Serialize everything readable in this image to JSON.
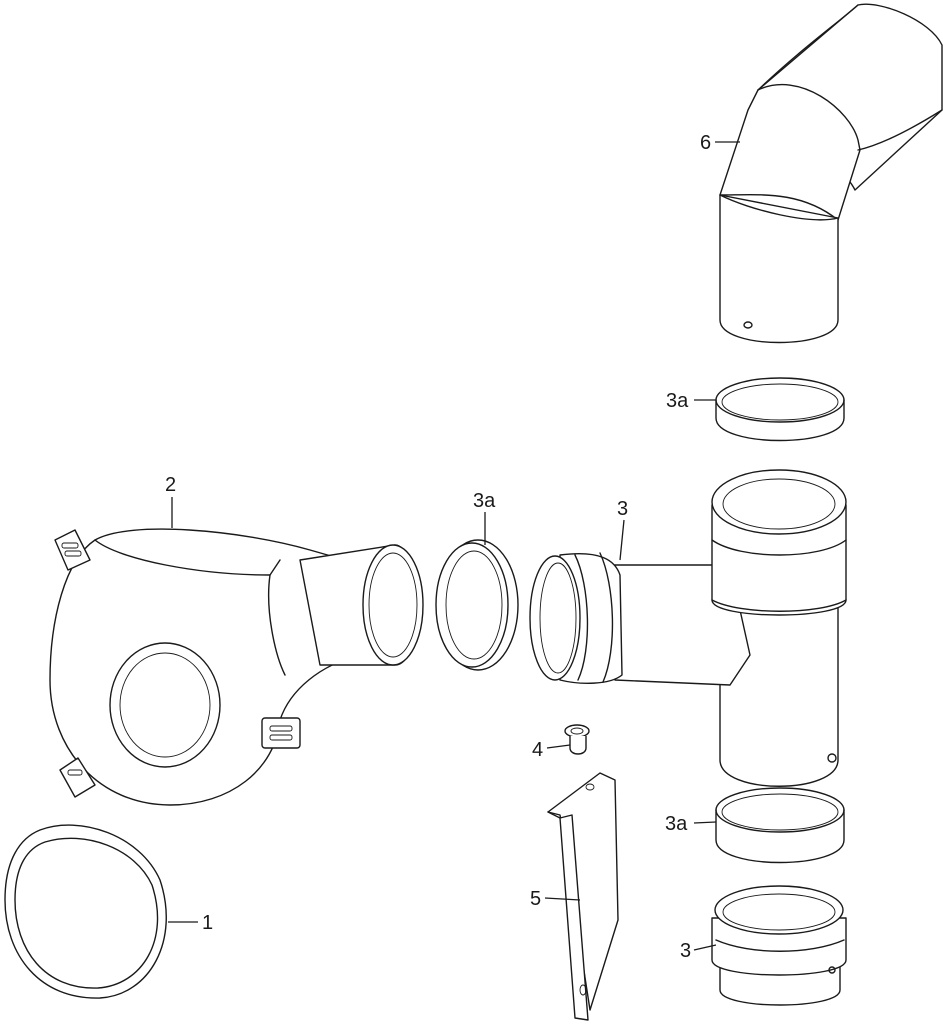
{
  "labels": {
    "gasket": "1",
    "fan_unit": "2",
    "seal_fan_side": "3a",
    "tee_piece": "3",
    "plug": "4",
    "bracket": "5",
    "seal_top": "3a",
    "elbow": "6",
    "seal_bottom": "3a",
    "adapter": "3"
  }
}
